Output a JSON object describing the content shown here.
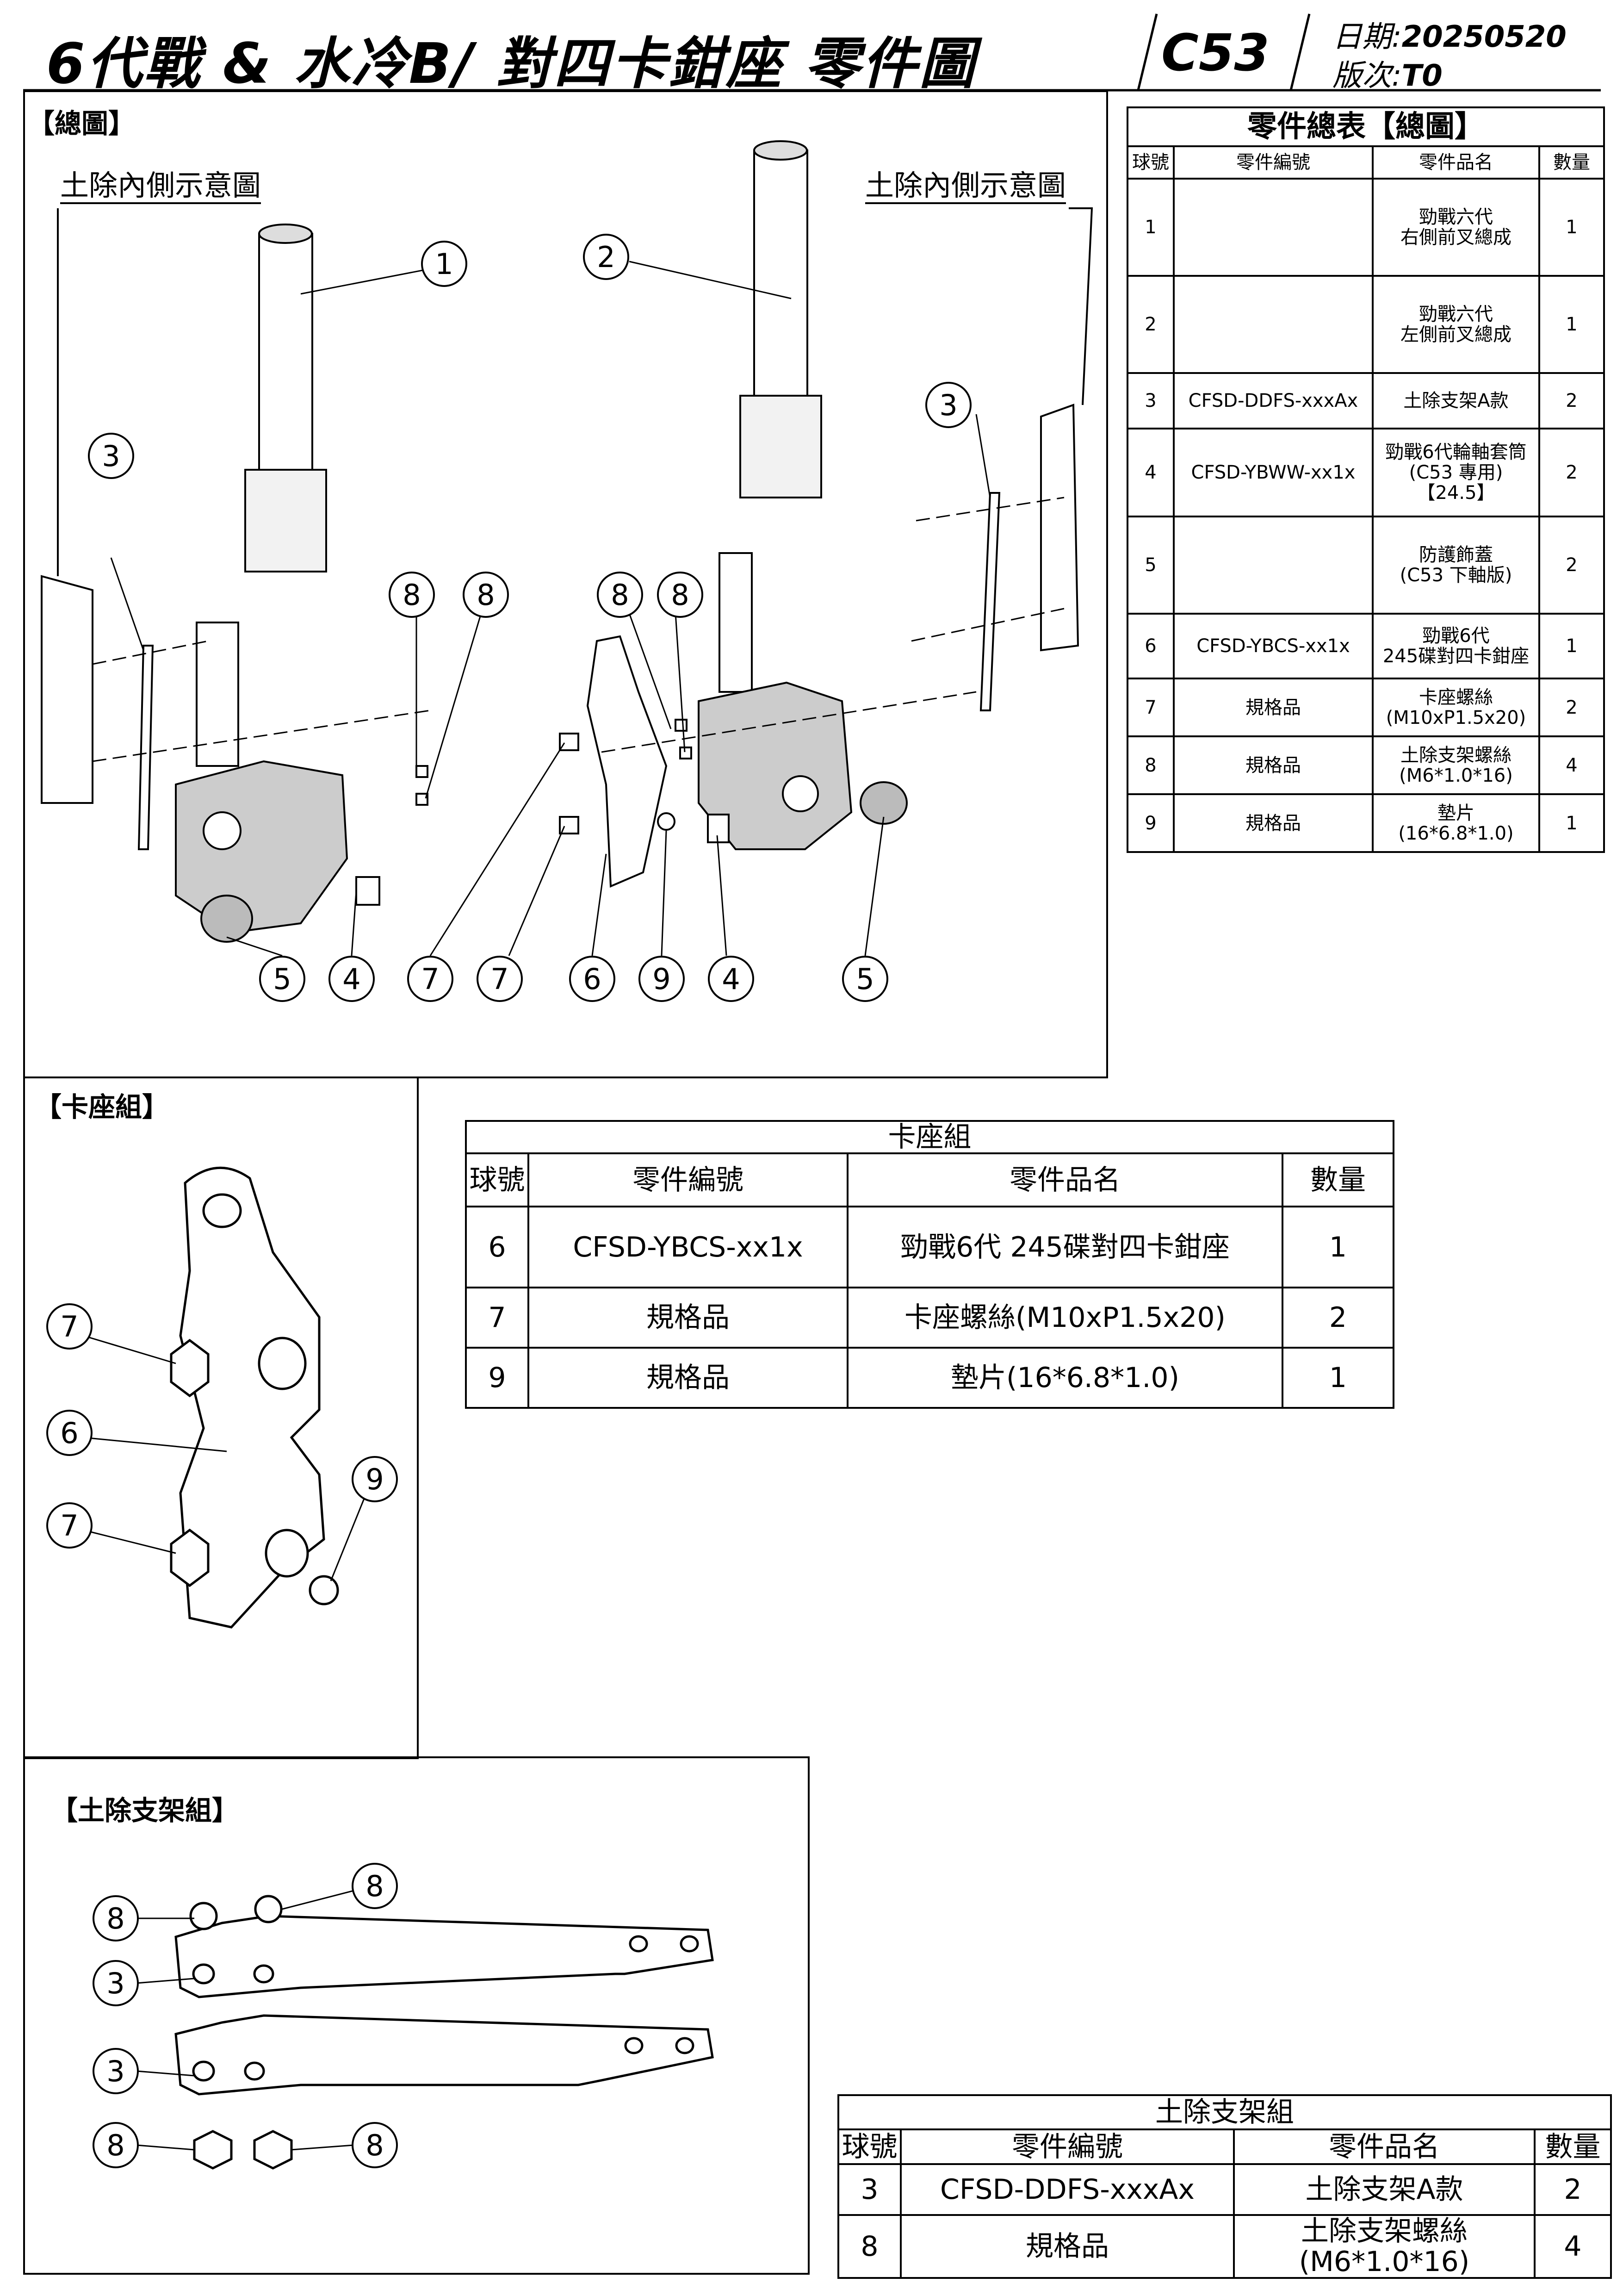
{
  "header": {
    "title": "6代戰 & 水冷B/ 對四卡鉗座  零件圖",
    "code": "C53",
    "date_label": "日期:",
    "date_value": "20250520",
    "version_label": "版次:",
    "version_value": "T0"
  },
  "overview": {
    "label": "【總圖】",
    "note_left": "土除內側示意圖",
    "note_right": "土除內側示意圖",
    "callouts_top": [
      "1",
      "2",
      "3",
      "3",
      "8",
      "8",
      "8",
      "8"
    ],
    "callouts_bottom": [
      "5",
      "4",
      "7",
      "7",
      "6",
      "9",
      "4",
      "5"
    ]
  },
  "summary_table": {
    "caption": "零件總表【總圖】",
    "headers": [
      "球號",
      "零件編號",
      "零件品名",
      "數量"
    ],
    "rows": [
      [
        "1",
        "",
        "勁戰六代\n右側前叉總成",
        "1"
      ],
      [
        "2",
        "",
        "勁戰六代\n左側前叉總成",
        "1"
      ],
      [
        "3",
        "CFSD-DDFS-xxxAx",
        "土除支架A款",
        "2"
      ],
      [
        "4",
        "CFSD-YBWW-xx1x",
        "勁戰6代輪軸套筒\n(C53 專用)\n【24.5】",
        "2"
      ],
      [
        "5",
        "",
        "防護飾蓋\n(C53 下軸版)",
        "2"
      ],
      [
        "6",
        "CFSD-YBCS-xx1x",
        "勁戰6代\n245碟對四卡鉗座",
        "1"
      ],
      [
        "7",
        "規格品",
        "卡座螺絲\n(M10xP1.5x20)",
        "2"
      ],
      [
        "8",
        "規格品",
        "土除支架螺絲\n(M6*1.0*16)",
        "4"
      ],
      [
        "9",
        "規格品",
        "墊片\n(16*6.8*1.0)",
        "1"
      ]
    ]
  },
  "caliper_group": {
    "label": "【卡座組】",
    "callouts": [
      "7",
      "6",
      "7",
      "9"
    ],
    "table": {
      "caption": "卡座組",
      "headers": [
        "球號",
        "零件編號",
        "零件品名",
        "數量"
      ],
      "rows": [
        [
          "6",
          "CFSD-YBCS-xx1x",
          "勁戰6代 245碟對四卡鉗座",
          "1"
        ],
        [
          "7",
          "規格品",
          "卡座螺絲(M10xP1.5x20)",
          "2"
        ],
        [
          "9",
          "規格品",
          "墊片(16*6.8*1.0)",
          "1"
        ]
      ]
    }
  },
  "fender_group": {
    "label": "【土除支架組】",
    "callouts": [
      "8",
      "8",
      "3",
      "3",
      "8",
      "8"
    ],
    "table": {
      "caption": "土除支架組",
      "headers": [
        "球號",
        "零件編號",
        "零件品名",
        "數量"
      ],
      "rows": [
        [
          "3",
          "CFSD-DDFS-xxxAx",
          "土除支架A款",
          "2"
        ],
        [
          "8",
          "規格品",
          "土除支架螺絲\n(M6*1.0*16)",
          "4"
        ]
      ]
    }
  }
}
